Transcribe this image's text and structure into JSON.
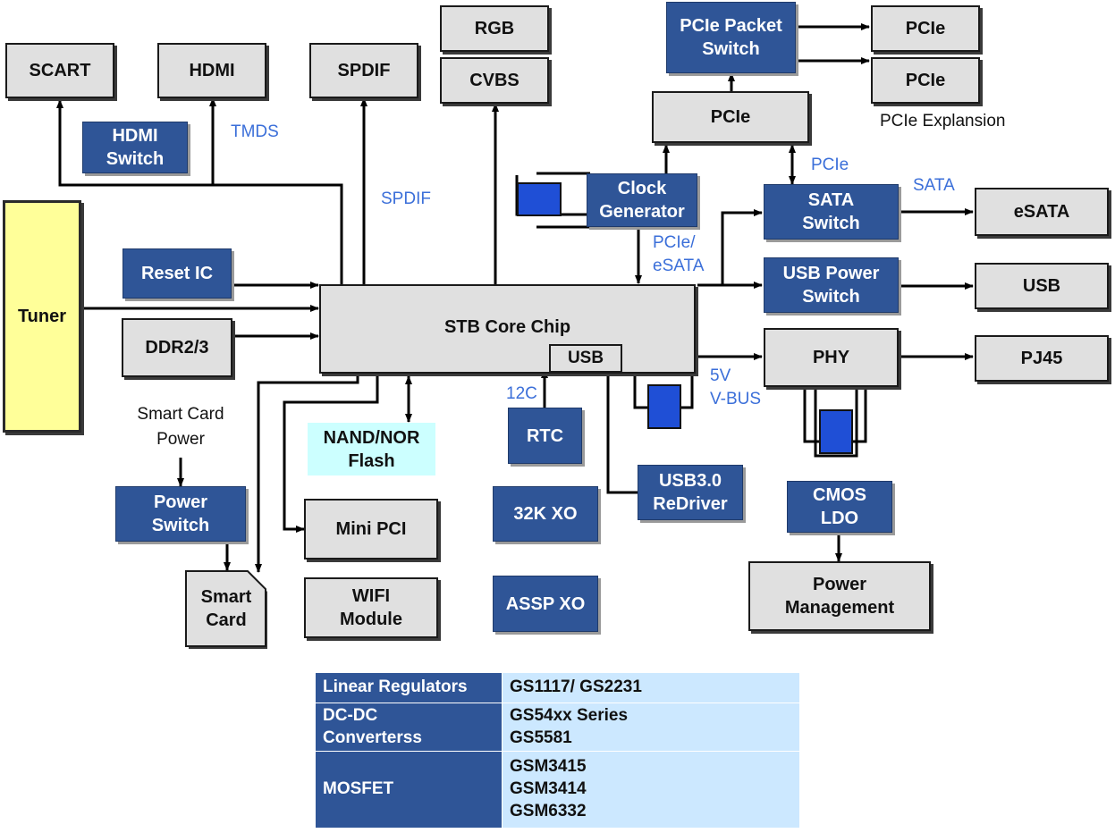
{
  "blocks": {
    "scart": "SCART",
    "hdmi": "HDMI",
    "spdif": "SPDIF",
    "rgb": "RGB",
    "cvbs": "CVBS",
    "pcie_packet_switch": "PCIe Packet\nSwitch",
    "pcie_out_1": "PCIe",
    "pcie_out_2": "PCIe",
    "pcie_mid": "PCIe",
    "hdmi_switch": "HDMI\nSwitch",
    "clock_generator": "Clock\nGenerator",
    "sata_switch": "SATA\nSwitch",
    "esata": "eSATA",
    "tuner": "Tuner",
    "reset_ic": "Reset  IC",
    "usb_power_switch": "USB Power\nSwitch",
    "usb_port": "USB",
    "core_chip": "STB Core Chip",
    "core_usb": "USB",
    "ddr": "DDR2/3",
    "phy": "PHY",
    "pj45": "PJ45",
    "nand_nor": "NAND/NOR\nFlash",
    "rtc": "RTC",
    "power_switch": "Power\nSwitch",
    "usb3_redriver": "USB3.0\nReDriver",
    "xo_32k": "32K XO",
    "cmos_ldo": "CMOS\nLDO",
    "mini_pci": "Mini PCI",
    "smart_card": "Smart\nCard",
    "wifi_module": "WIFI\nModule",
    "assp_xo": "ASSP XO",
    "power_management": "Power\nManagement"
  },
  "labels": {
    "tmds": "TMDS",
    "spdif": "SPDIF",
    "pcie_expansion": "PCIe Explansion",
    "pcie_link": "PCIe",
    "sata": "SATA",
    "pcie_esata": "PCIe/\neSATA",
    "i2c": "12C",
    "vbus": "5V\nV-BUS",
    "smart_card_power": "Smart Card\nPower"
  },
  "parts_table": [
    {
      "category": "Linear Regulators",
      "parts": "GS1117/ GS2231"
    },
    {
      "category": "DC-DC\nConverterss",
      "parts": "GS54xx Series\nGS5581"
    },
    {
      "category": "MOSFET",
      "parts": "GSM3415\nGSM3414\nGSM6332"
    }
  ],
  "colors": {
    "blue_block": "#2f5597",
    "gray_block": "#e0e0e0",
    "tuner": "#ffff99",
    "flash": "#ccffff",
    "label_text": "#3b6fd9",
    "table_value": "#cce8ff"
  }
}
